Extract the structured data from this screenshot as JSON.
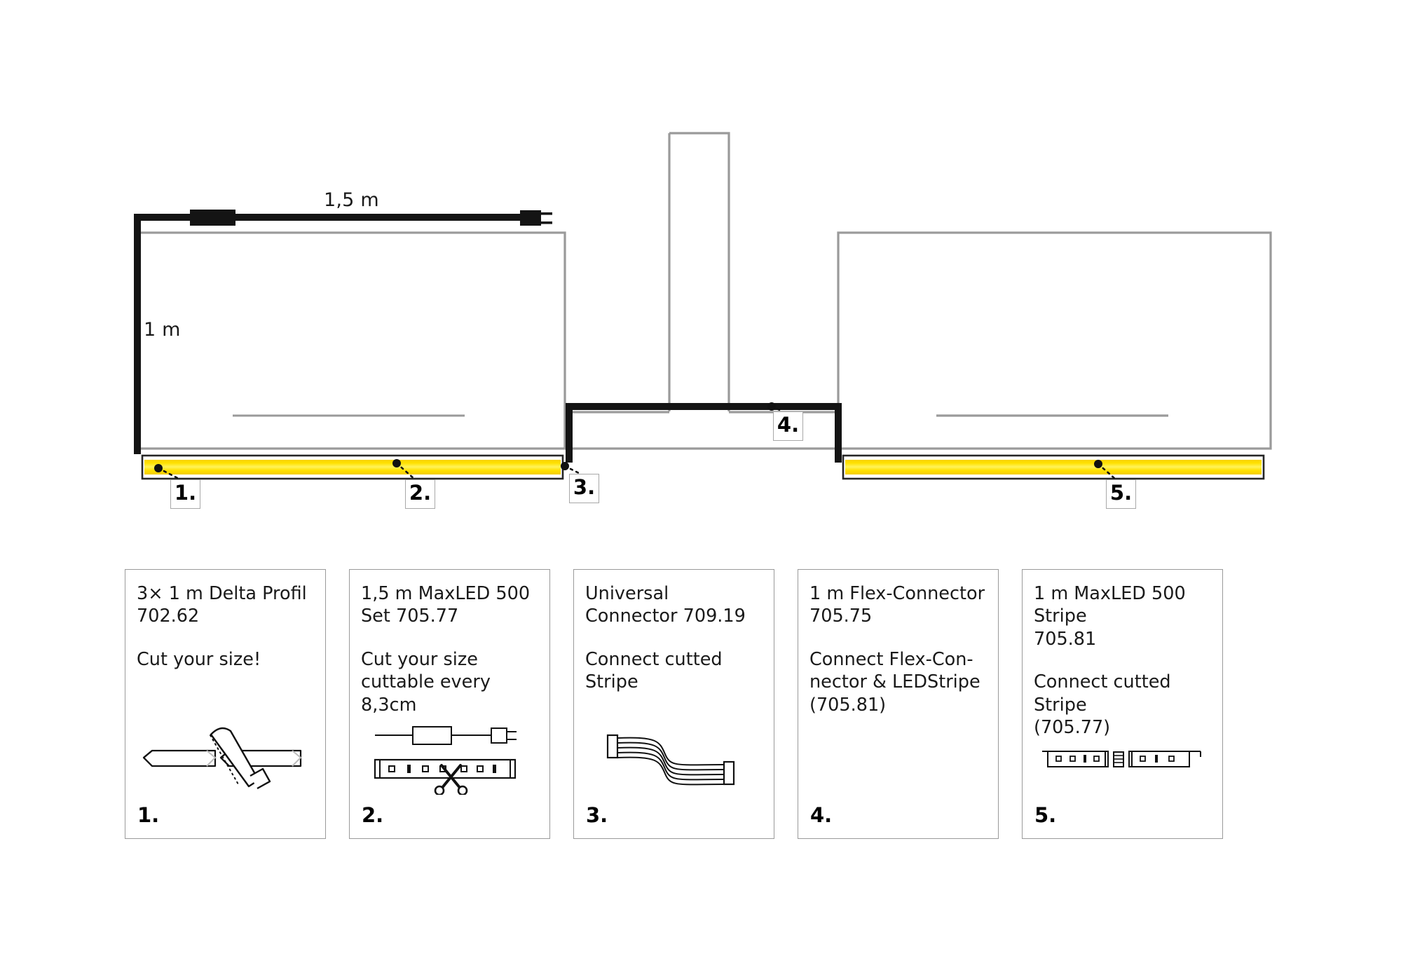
{
  "diagram": {
    "dimensions": {
      "length_label": "1,5 m",
      "height_label": "1 m"
    },
    "callouts": [
      {
        "id": "1",
        "label": "1.",
        "target": "delta-profile-left-end"
      },
      {
        "id": "2",
        "label": "2.",
        "target": "maxled-500-set-stripe"
      },
      {
        "id": "3",
        "label": "3.",
        "target": "universal-connector-junction"
      },
      {
        "id": "4",
        "label": "4.",
        "target": "flex-connector-span"
      },
      {
        "id": "5",
        "label": "5.",
        "target": "maxled-500-stripe-right"
      }
    ],
    "colors": {
      "led_strip": "#FFDD00",
      "profile_outline": "#9a9a9a",
      "cable": "#1a1a1a",
      "callout_border": "#a8a8a8"
    },
    "icons": {
      "driver_box": "power-supply-box-icon",
      "mains_plug": "mains-plug-icon"
    }
  },
  "cards": [
    {
      "number": "1.",
      "title": "3× 1 m Delta Profil\n702.62",
      "body": "Cut your size!",
      "icon": "profile-saw-cut-icon"
    },
    {
      "number": "2.",
      "title": "1,5 m MaxLED 500\nSet 705.77",
      "body": "Cut your size\ncuttable every 8,3cm",
      "icon": "driver-cable-and-stripe-scissors-icon"
    },
    {
      "number": "3.",
      "title": "Universal\nConnector 709.19",
      "body": "Connect cutted Stripe",
      "icon": "ribbon-connector-icon"
    },
    {
      "number": "4.",
      "title": "1 m Flex-Connector\n705.75",
      "body": "Connect Flex-Con-\nnector & LEDStripe\n(705.81)",
      "icon": "none"
    },
    {
      "number": "5.",
      "title": "1 m MaxLED 500 Stripe\n705.81",
      "body": "Connect cutted Stripe\n(705.77)",
      "icon": "two-stripes-joined-icon"
    }
  ]
}
